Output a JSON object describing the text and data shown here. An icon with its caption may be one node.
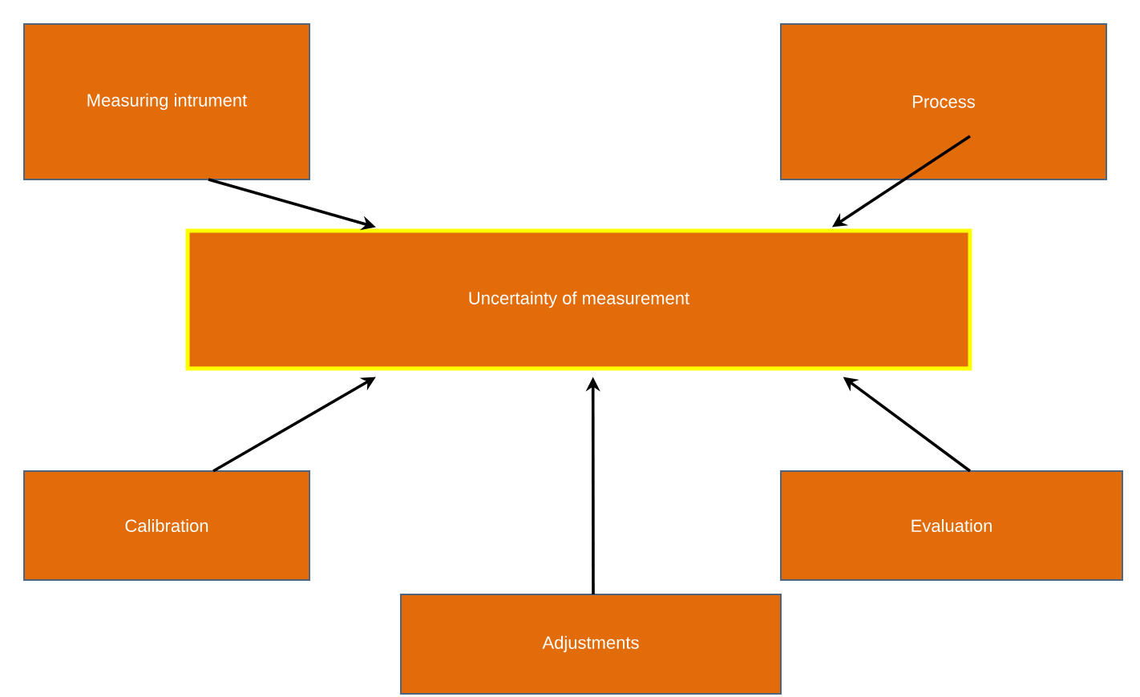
{
  "diagram": {
    "nodes": [
      {
        "text": [
          "Measuring intrument"
        ]
      },
      {
        "text": [
          "Process"
        ]
      },
      {
        "text": [
          "Uncertainty of measurement"
        ]
      },
      {
        "text": [
          "Calibration"
        ]
      },
      {
        "text": [
          "Evaluation"
        ]
      },
      {
        "text": [
          "Adjustments"
        ]
      }
    ],
    "edges": [
      {
        "from": 0,
        "to": 2,
        "arrow": "to"
      },
      {
        "from": 1,
        "to": 2,
        "arrow": "to"
      },
      {
        "from": 3,
        "to": 2,
        "arrow": "to"
      },
      {
        "from": 4,
        "to": 2,
        "arrow": "to"
      },
      {
        "from": 5,
        "to": 2,
        "arrow": "to"
      }
    ]
  }
}
